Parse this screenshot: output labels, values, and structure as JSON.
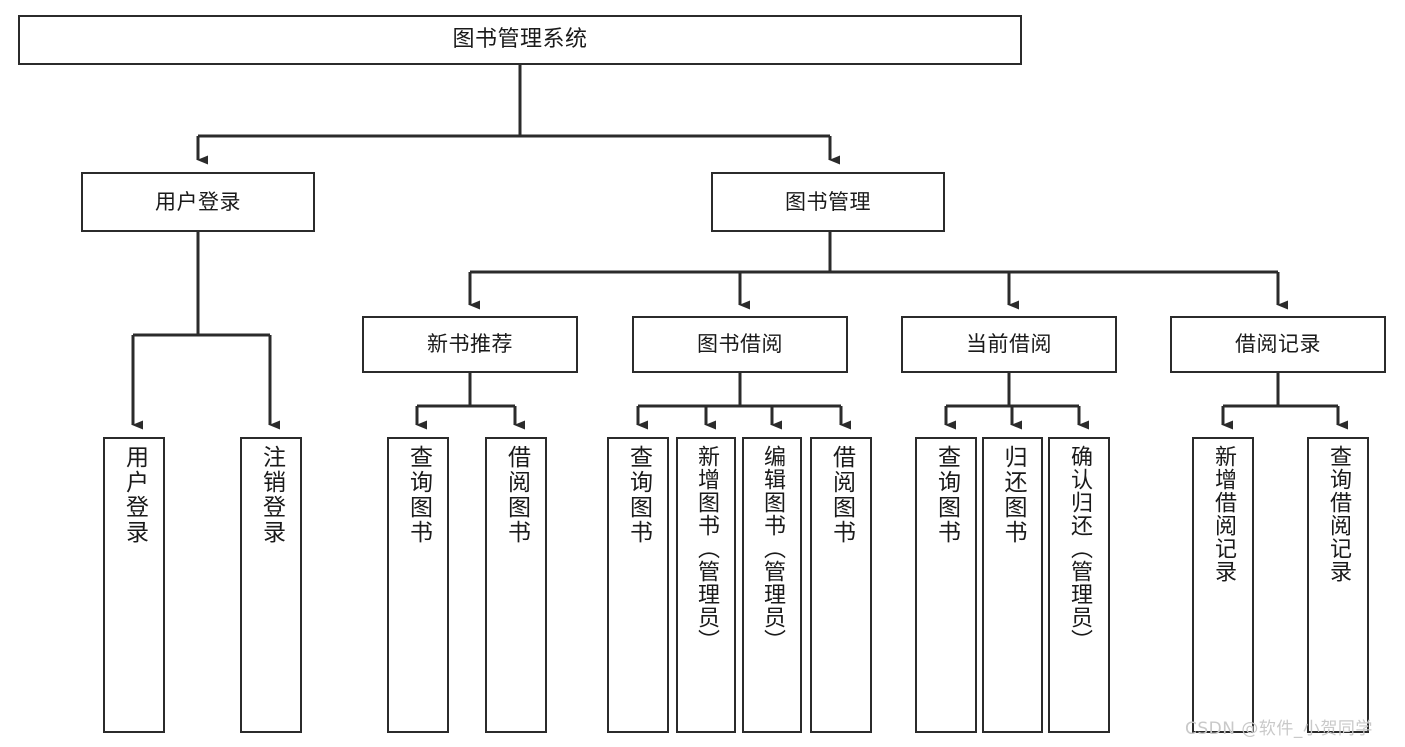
{
  "diagram": {
    "title": "图书管理系统",
    "type": "hierarchy-tree",
    "root": {
      "id": "root",
      "label": "图书管理系统"
    },
    "level2": [
      {
        "id": "user-login",
        "label": "用户登录"
      },
      {
        "id": "book-manage",
        "label": "图书管理"
      }
    ],
    "level3": [
      {
        "id": "new-book-recommend",
        "label": "新书推荐"
      },
      {
        "id": "book-borrow",
        "label": "图书借阅"
      },
      {
        "id": "current-borrow",
        "label": "当前借阅"
      },
      {
        "id": "borrow-record",
        "label": "借阅记录"
      }
    ],
    "leaves": {
      "user_login": [
        {
          "id": "leaf-user-login",
          "label": "用户登录"
        },
        {
          "id": "leaf-logout-login",
          "label": "注销登录"
        }
      ],
      "new_book_recommend": [
        {
          "id": "leaf-query-book-1",
          "label": "查询图书"
        },
        {
          "id": "leaf-borrow-book-1",
          "label": "借阅图书"
        }
      ],
      "book_borrow": [
        {
          "id": "leaf-query-book-2",
          "label": "查询图书"
        },
        {
          "id": "leaf-add-book",
          "label": "新增图书（管理员）"
        },
        {
          "id": "leaf-edit-book",
          "label": "编辑图书（管理员）"
        },
        {
          "id": "leaf-borrow-book-2",
          "label": "借阅图书"
        }
      ],
      "current_borrow": [
        {
          "id": "leaf-query-book-3",
          "label": "查询图书"
        },
        {
          "id": "leaf-return-book",
          "label": "归还图书"
        },
        {
          "id": "leaf-confirm-return",
          "label": "确认归还（管理员）"
        }
      ],
      "borrow_record": [
        {
          "id": "leaf-add-record",
          "label": "新增借阅记录"
        },
        {
          "id": "leaf-query-record",
          "label": "查询借阅记录"
        }
      ]
    }
  },
  "watermark": {
    "text": "CSDN @软件_小贺同学"
  },
  "colors": {
    "border": "#2b2b2b",
    "background": "#ffffff",
    "text": "#1a1a1a",
    "watermark": "#c9c9c9"
  }
}
